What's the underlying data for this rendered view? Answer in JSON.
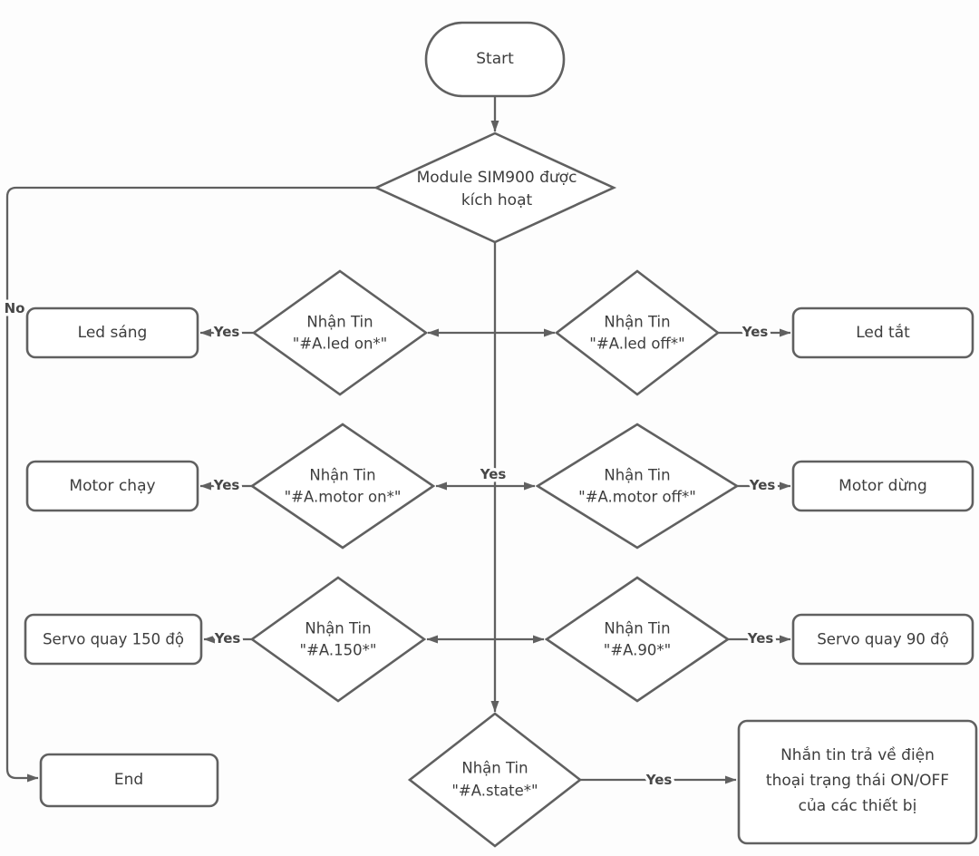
{
  "diagram": {
    "type": "flowchart",
    "colors": {
      "stroke": "#606060",
      "text": "#3d3d3d",
      "background": "#fdfdfd",
      "node_fill": "#ffffff"
    },
    "nodes": {
      "start": {
        "label": "Start"
      },
      "sim900_check": {
        "line1": "Module SIM900 được",
        "line2": "kích hoạt"
      },
      "led_sang": {
        "label": "Led sáng"
      },
      "recv_led_on": {
        "line1": "Nhận Tin",
        "line2": "\"#A.led on*\""
      },
      "recv_led_off": {
        "line1": "Nhận Tin",
        "line2": "\"#A.led off*\""
      },
      "led_tat": {
        "label": "Led tắt"
      },
      "motor_chay": {
        "label": "Motor chạy"
      },
      "recv_motor_on": {
        "line1": "Nhận Tin",
        "line2": "\"#A.motor on*\""
      },
      "recv_motor_off": {
        "line1": "Nhận Tin",
        "line2": "\"#A.motor off*\""
      },
      "motor_dung": {
        "label": "Motor dừng"
      },
      "servo_quay_150": {
        "label": "Servo quay 150 độ"
      },
      "recv_150": {
        "line1": "Nhận Tin",
        "line2": "\"#A.150*\""
      },
      "recv_90": {
        "line1": "Nhận Tin",
        "line2": "\"#A.90*\""
      },
      "servo_quay_90": {
        "label": "Servo quay 90 độ"
      },
      "end": {
        "label": "End"
      },
      "recv_state": {
        "line1": "Nhận Tin",
        "line2": "\"#A.state*\""
      },
      "sms_reply": {
        "line1": "Nhắn tin trả về điện",
        "line2": "thoại trạng thái ON/OFF",
        "line3": "của các thiết bị"
      }
    },
    "labels": {
      "yes": "Yes",
      "no": "No"
    }
  }
}
